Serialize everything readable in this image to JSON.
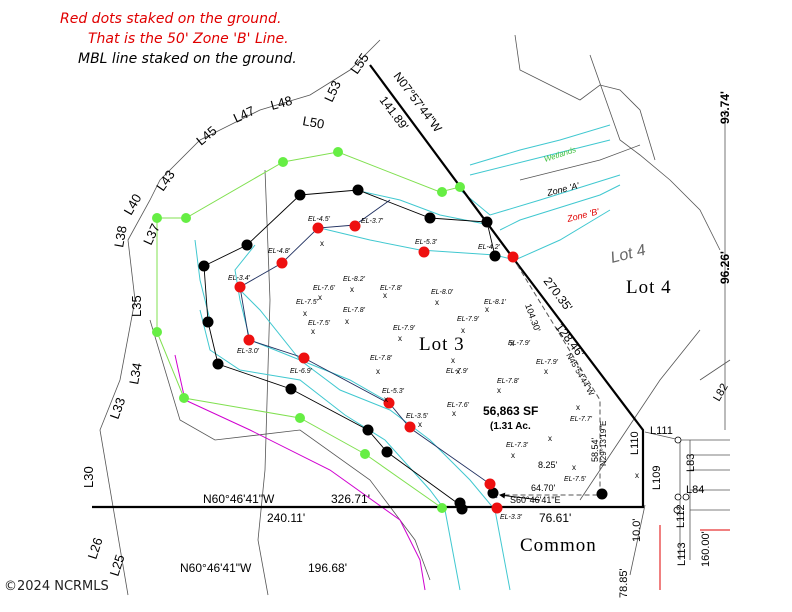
{
  "notes": {
    "line1": "Red dots staked on the ground.",
    "line2": "That is the 50' Zone 'B' Line.",
    "line3": "MBL line staked on the ground.",
    "red_color": "#e00000",
    "black_color": "#000000"
  },
  "lots": {
    "lot3": "Lot 3",
    "lot4": "Lot 4",
    "lot4_sketch": "Lot 4",
    "common": "Common",
    "area_sf": "56,863 SF",
    "area_ac": "(1.31 Ac."
  },
  "zones": {
    "wetlands": "Wetlands",
    "zone_a": "Zone 'A'",
    "zone_b": "Zone 'B'"
  },
  "bearings": {
    "north": "N07°57'44\"W",
    "north_dist": "141.89'",
    "ne_1": "270.35'",
    "ne_2": "128.46'",
    "ne_3": "104.30'",
    "ne_4": "N45°54'44\"W",
    "south_1": "N60°46'41\"W",
    "south_1_dist": "326.71'",
    "south_1_sub": "240.11'",
    "south_2": "N60°46'41\"W",
    "south_2_dist": "196.68'",
    "south_3": "76.61'",
    "east_1": "93.74'",
    "east_2": "96.26'",
    "east_3": "10.0'",
    "east_4": "78.85'",
    "inner_1": "58.54'",
    "inner_2": "N29°13'19\"E",
    "inner_3": "8.25'",
    "inner_4": "64.70'",
    "inner_5": "S60°46'41\"E",
    "east_5": "160.00'"
  },
  "lines": [
    "L55",
    "L53",
    "L48",
    "L50",
    "L47",
    "L45",
    "L43",
    "L40",
    "L38",
    "L37",
    "L35",
    "L34",
    "L33",
    "L30",
    "L26",
    "L25",
    "L110",
    "L111",
    "L109",
    "L83",
    "L84",
    "L82",
    "L112",
    "L113"
  ],
  "elevations": {
    "e1": "EL-4.5'",
    "e2": "EL-3.7'",
    "e3": "EL-4.8'",
    "e4": "EL-5.3'",
    "e5": "EL-4.2'",
    "e6": "EL-3.4'",
    "e7": "EL-7.6'",
    "e8": "EL-8.2'",
    "e9": "EL-7.8'",
    "e10": "EL-8.0'",
    "e11": "EL-8.1'",
    "e12": "EL-7.5'",
    "e13": "EL-7.8'",
    "e14": "EL-7.9'",
    "e15": "EL-7.5'",
    "e16": "EL-7.9'",
    "e17": "EL-7.9'",
    "e18": "EL-3.0'",
    "e19": "EL-7.8'",
    "e20": "EL-7.9'",
    "e21": "EL-6.9'",
    "e22": "EL-7.9'",
    "e23": "EL-7.8'",
    "e24": "EL-5.3'",
    "e25": "EL-7.6'",
    "e26": "EL-3.5'",
    "e27": "EL-7.7'",
    "e28": "EL-7.3'",
    "e29": "EL-7.5'",
    "e30": "EL-3.3'"
  },
  "copyright": "©2024 NCRMLS"
}
